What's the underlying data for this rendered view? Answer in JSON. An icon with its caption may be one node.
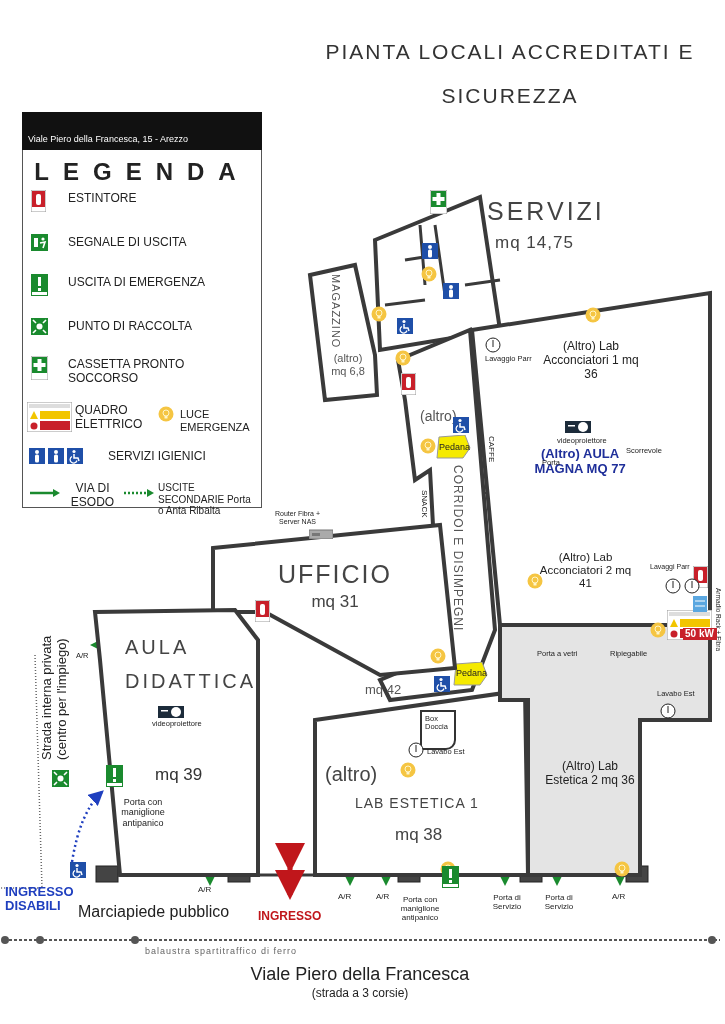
{
  "diagram": {
    "title": "PIANTA LOCALI ACCREDITATI E SICUREZZA",
    "nodes": [
      {
        "text": [
          "SERVIZI",
          "mq 14,75"
        ]
      },
      {
        "text": [
          "MAGAZZINO",
          "(altro) mq 6,8"
        ]
      },
      {
        "text": [
          "(altro)",
          "CORRIDOI E DISIMPEGNI",
          "mq 42"
        ]
      },
      {
        "text": [
          "(Altro) AULA MAGNA MQ 77"
        ]
      },
      {
        "text": [
          "(Altro) Lab Acconciatori 1 mq 36"
        ],
        "in": 3
      },
      {
        "text": [
          "(Altro) Lab Acconciatori 2 mq 41"
        ],
        "in": 3
      },
      {
        "text": [
          "UFFICIO",
          "mq 31"
        ]
      },
      {
        "text": [
          "AULA DIDATTICA",
          "mq 39"
        ]
      },
      {
        "text": [
          "(altro)",
          "LAB ESTETICA 1",
          "mq 38"
        ]
      },
      {
        "text": [
          "(Altro) Lab Estetica 2 mq 36"
        ]
      },
      {
        "text": [
          "Pedana"
        ],
        "in": 2
      },
      {
        "text": [
          "Pedana"
        ],
        "in": 2
      },
      {
        "text": [
          "Box Doccia"
        ],
        "in": 8
      }
    ],
    "labels": [
      "Viale Piero della Francesca, 15 - Arezzo",
      "LEGENDA",
      "Lavaggio Parr",
      "videoproiettore",
      "Scorrevole",
      "CAFFE",
      "Porta",
      "SNACK",
      "Router Fibra + Server NAS",
      "Lavaggi Parr",
      "Armadio Rack + Fibra",
      "50 kW",
      "Porta a vetri",
      "Ripiegabile",
      "A/R",
      "Lavabo Est",
      "videoproiettore",
      "Strada interna privata (centro per l'impiego)",
      "Lavabo Est",
      "Porta con maniglione antipanico",
      "INGRESSO DISABILI",
      "A/R",
      "A/R",
      "A/R",
      "Porta con maniglione antipanico",
      "Porta di Servizio",
      "Porta di Servizio",
      "A/R",
      "Marciapiede pubblico",
      "INGRESSO",
      "balaustra spartitraffico di ferro",
      "Viale Piero della Francesca",
      "(strada a 3 corsie)"
    ],
    "legend": [
      {
        "text": "ESTINTORE"
      },
      {
        "text": "SEGNALE DI USCITA"
      },
      {
        "text": "USCITA DI EMERGENZA"
      },
      {
        "text": "PUNTO DI RACCOLTA"
      },
      {
        "text": "CASSETTA PRONTO SOCCORSO"
      },
      {
        "text": "QUADRO ELETTRICO"
      },
      {
        "text": "LUCE EMERGENZA"
      },
      {
        "text": "SERVIZI IGIENICI"
      },
      {
        "text": "VIA DI ESODO"
      },
      {
        "text": "USCITE SECONDARIE Porta o Anta Ribalta"
      }
    ]
  }
}
